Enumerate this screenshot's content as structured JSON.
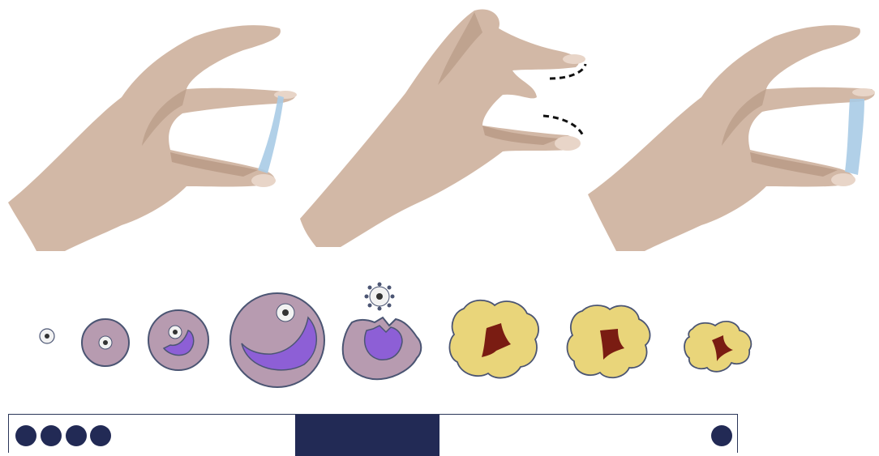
{
  "figure": {
    "hands": [
      {
        "id": "hand-1",
        "pose": "pinch-with-mucus-thread",
        "thread": true,
        "dashed_arcs": false
      },
      {
        "id": "hand-2",
        "pose": "pinch-open-no-thread",
        "thread": false,
        "dashed_arcs": true
      },
      {
        "id": "hand-3",
        "pose": "pinch-with-mucus-thread",
        "thread": true,
        "dashed_arcs": false
      }
    ],
    "follicles": [
      {
        "id": "follicle-1",
        "stage": "primordial",
        "fill": "#f2f2f2"
      },
      {
        "id": "follicle-2",
        "stage": "primary",
        "fill": "#b79bb0"
      },
      {
        "id": "follicle-3",
        "stage": "secondary",
        "fill": "#b79bb0",
        "antrum": true
      },
      {
        "id": "follicle-4",
        "stage": "dominant",
        "fill": "#b79bb0",
        "antrum": true
      },
      {
        "id": "follicle-5",
        "stage": "ovulation",
        "fill": "#b79bb0",
        "antrum": true,
        "released_oocyte": true
      },
      {
        "id": "follicle-6",
        "stage": "corpus-luteum",
        "fill": "#e9d57a",
        "core": "#7a1c12"
      },
      {
        "id": "follicle-7",
        "stage": "corpus-luteum",
        "fill": "#e9d57a",
        "core": "#7a1c12"
      },
      {
        "id": "follicle-8",
        "stage": "corpus-albicans",
        "fill": "#e9d57a",
        "core": "#7a1c12"
      }
    ],
    "strip": {
      "border_color": "#2a3558",
      "dot_color": "#222a55",
      "left_dots": 4,
      "right_dots": 1,
      "block_color": "#222a55"
    },
    "colors": {
      "skin": "#d2b8a6",
      "skin_shadow": "#b39480",
      "nail": "#e8d5c8",
      "mucus": "#a8cbe6",
      "outline": "#4b5573",
      "antrum": "#8d5fd6"
    }
  }
}
